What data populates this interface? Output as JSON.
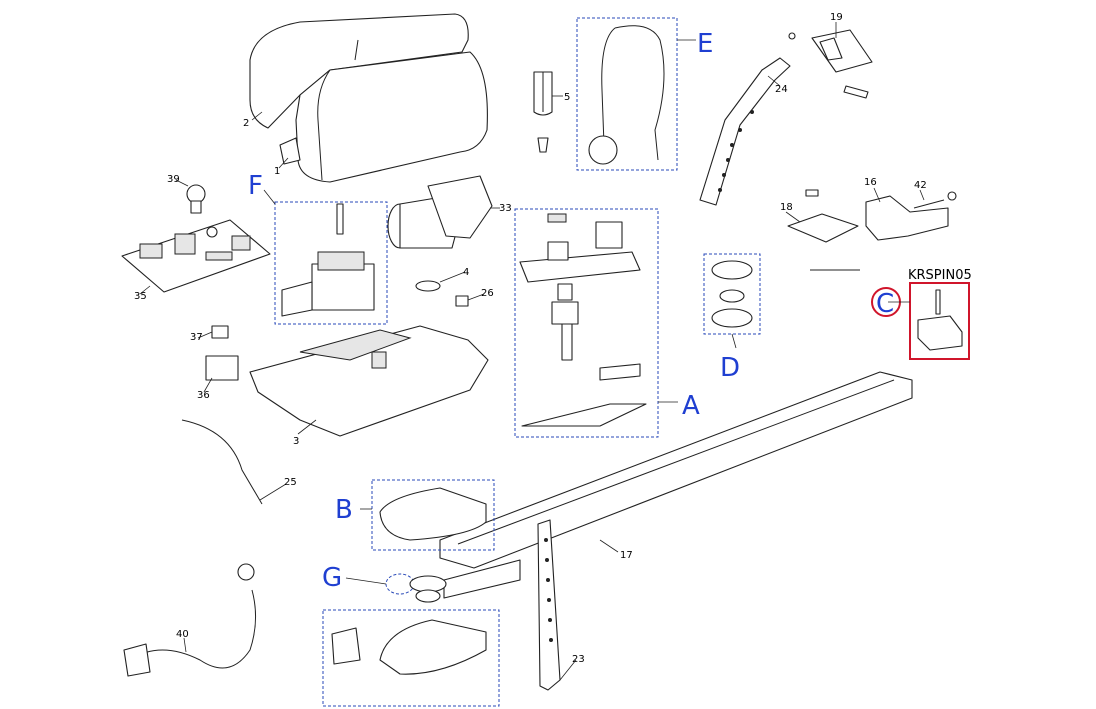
{
  "diagram": {
    "part_numbers": [
      "1",
      "2",
      "3",
      "4",
      "5",
      "16",
      "17",
      "18",
      "19",
      "23",
      "24",
      "25",
      "26",
      "33",
      "35",
      "36",
      "37",
      "39",
      "40",
      "42"
    ],
    "group_letters": [
      "A",
      "B",
      "C",
      "D",
      "E",
      "F",
      "G"
    ],
    "highlight_code": "KRSPIN05",
    "colors": {
      "group_letter": "#1f3fd1",
      "group_box": "#2a4ab8",
      "highlight": "#d0152b",
      "line": "#222222"
    }
  }
}
